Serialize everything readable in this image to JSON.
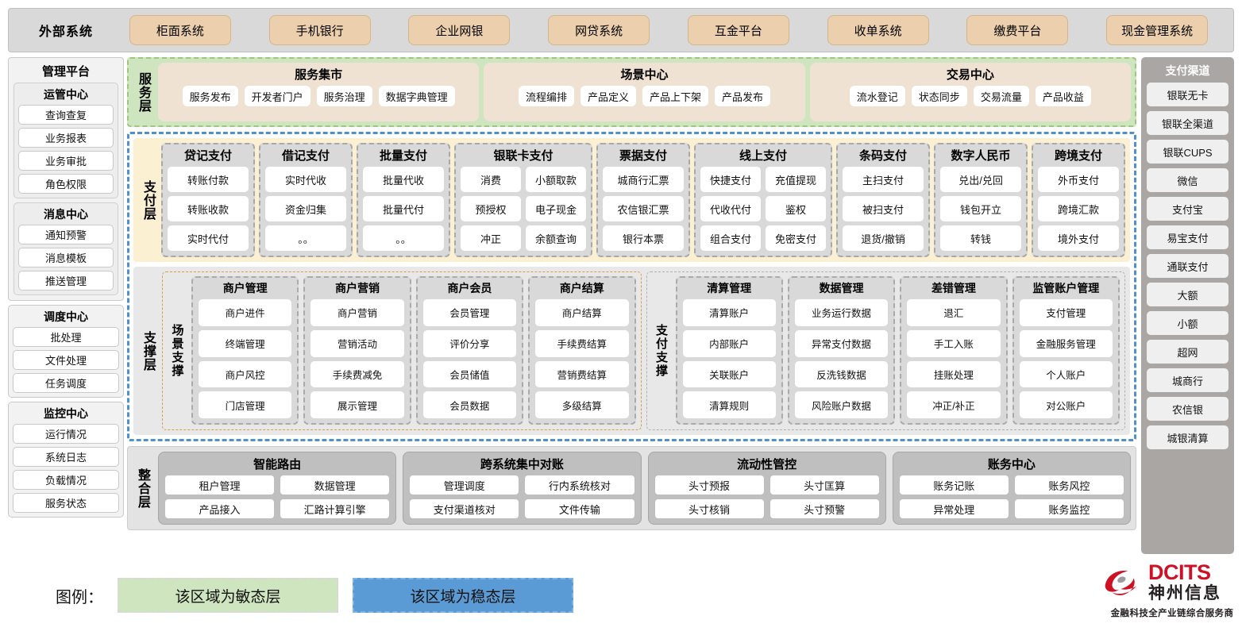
{
  "external": {
    "title": "外部系统",
    "items": [
      "柜面系统",
      "手机银行",
      "企业网银",
      "网贷系统",
      "互金平台",
      "收单系统",
      "缴费平台",
      "现金管理系统"
    ]
  },
  "management": {
    "title": "管理平台",
    "groups": [
      {
        "title": "运管中心",
        "items": [
          "查询查复",
          "业务报表",
          "业务审批",
          "角色权限"
        ]
      },
      {
        "title": "消息中心",
        "items": [
          "通知预警",
          "消息模板",
          "推送管理"
        ]
      }
    ],
    "standalone": [
      {
        "title": "调度中心",
        "items": [
          "批处理",
          "文件处理",
          "任务调度"
        ]
      },
      {
        "title": "监控中心",
        "items": [
          "运行情况",
          "系统日志",
          "负载情况",
          "服务状态"
        ]
      }
    ]
  },
  "channels": {
    "title": "支付渠道",
    "items": [
      "银联无卡",
      "银联全渠道",
      "银联CUPS",
      "微信",
      "支付宝",
      "易宝支付",
      "通联支付",
      "大额",
      "小额",
      "超网",
      "城商行",
      "农信银",
      "城银清算"
    ]
  },
  "service_layer": {
    "label": "服务层",
    "cards": [
      {
        "title": "服务集市",
        "items": [
          "服务发布",
          "开发者门户",
          "服务治理",
          "数据字典管理"
        ]
      },
      {
        "title": "场景中心",
        "items": [
          "流程编排",
          "产品定义",
          "产品上下架",
          "产品发布"
        ]
      },
      {
        "title": "交易中心",
        "items": [
          "流水登记",
          "状态同步",
          "交易流量",
          "产品收益"
        ]
      }
    ]
  },
  "payment_layer": {
    "label": "支付层",
    "columns": [
      {
        "title": "贷记支付",
        "cols": 1,
        "rows": [
          [
            "转账付款"
          ],
          [
            "转账收款"
          ],
          [
            "实时代付"
          ]
        ]
      },
      {
        "title": "借记支付",
        "cols": 1,
        "rows": [
          [
            "实时代收"
          ],
          [
            "资金归集"
          ],
          [
            "。。"
          ]
        ]
      },
      {
        "title": "批量支付",
        "cols": 1,
        "rows": [
          [
            "批量代收"
          ],
          [
            "批量代付"
          ],
          [
            "。。"
          ]
        ]
      },
      {
        "title": "银联卡支付",
        "cols": 2,
        "rows": [
          [
            "消费",
            "小额取款"
          ],
          [
            "预授权",
            "电子现金"
          ],
          [
            "冲正",
            "余额查询"
          ]
        ]
      },
      {
        "title": "票据支付",
        "cols": 1,
        "rows": [
          [
            "城商行汇票"
          ],
          [
            "农信银汇票"
          ],
          [
            "银行本票"
          ]
        ]
      },
      {
        "title": "线上支付",
        "cols": 2,
        "rows": [
          [
            "快捷支付",
            "充值提现"
          ],
          [
            "代收代付",
            "鉴权"
          ],
          [
            "组合支付",
            "免密支付"
          ]
        ]
      },
      {
        "title": "条码支付",
        "cols": 1,
        "rows": [
          [
            "主扫支付"
          ],
          [
            "被扫支付"
          ],
          [
            "退货/撤销"
          ]
        ]
      },
      {
        "title": "数字人民币",
        "cols": 1,
        "rows": [
          [
            "兑出/兑回"
          ],
          [
            "钱包开立"
          ],
          [
            "转钱"
          ]
        ]
      },
      {
        "title": "跨境支付",
        "cols": 1,
        "rows": [
          [
            "外币支付"
          ],
          [
            "跨境汇款"
          ],
          [
            "境外支付"
          ]
        ]
      }
    ]
  },
  "support_layer": {
    "label": "支撑层",
    "scene": {
      "label": "场景支撑",
      "columns": [
        {
          "title": "商户管理",
          "items": [
            "商户进件",
            "终端管理",
            "商户风控",
            "门店管理"
          ]
        },
        {
          "title": "商户营销",
          "items": [
            "商户营销",
            "营销活动",
            "手续费减免",
            "展示管理"
          ]
        },
        {
          "title": "商户会员",
          "items": [
            "会员管理",
            "评价分享",
            "会员储值",
            "会员数据"
          ]
        },
        {
          "title": "商户结算",
          "items": [
            "商户结算",
            "手续费结算",
            "营销费结算",
            "多级结算"
          ]
        }
      ]
    },
    "paysup": {
      "label": "支付支撑",
      "columns": [
        {
          "title": "清算管理",
          "items": [
            "清算账户",
            "内部账户",
            "关联账户",
            "清算规则"
          ]
        },
        {
          "title": "数据管理",
          "items": [
            "业务运行数据",
            "异常支付数据",
            "反洗钱数据",
            "风险账户数据"
          ]
        },
        {
          "title": "差错管理",
          "items": [
            "退汇",
            "手工入账",
            "挂账处理",
            "冲正/补正"
          ]
        },
        {
          "title": "监管账户管理",
          "items": [
            "支付管理",
            "金融服务管理",
            "个人账户",
            "对公账户"
          ]
        }
      ]
    }
  },
  "integration_layer": {
    "label": "整合层",
    "cards": [
      {
        "title": "智能路由",
        "items": [
          "租户管理",
          "数据管理",
          "产品接入",
          "汇路计算引擎"
        ]
      },
      {
        "title": "跨系统集中对账",
        "items": [
          "管理调度",
          "行内系统核对",
          "支付渠道核对",
          "文件传输"
        ]
      },
      {
        "title": "流动性管控",
        "items": [
          "头寸预报",
          "头寸匡算",
          "头寸核销",
          "头寸预警"
        ]
      },
      {
        "title": "账务中心",
        "items": [
          "账务记账",
          "账务风控",
          "异常处理",
          "账务监控"
        ]
      }
    ]
  },
  "legend": {
    "label": "图例：",
    "agile": "该区域为敏态层",
    "stable": "该区域为稳态层"
  },
  "logo": {
    "en": "DCITS",
    "cn": "神州信息",
    "tagline": "金融科技全产业链综合服务商",
    "mark_name": "dcits-swirl-logo"
  },
  "colors": {
    "agile_green": "#cfe5c0",
    "stable_blue": "#5b9bd5",
    "external_chip": "#ecd0ad",
    "payment_bg": "#fcf0d3",
    "brand_red": "#cf1126"
  }
}
